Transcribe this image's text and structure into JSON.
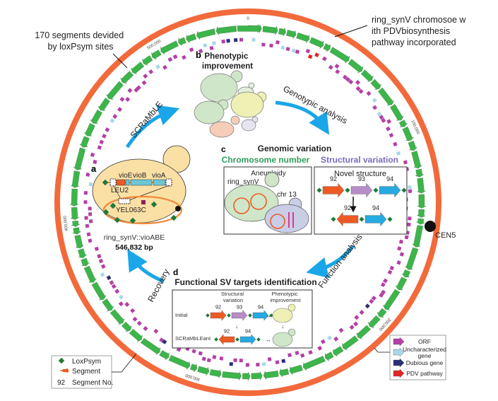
{
  "annotations": {
    "segments_note": [
      "170 segments devided",
      "by loxPsym sites"
    ],
    "chromosome_note": [
      "ring_synV chromosoe w",
      "ith PDVbiosynthesis",
      "pathway incorporated"
    ],
    "centromere": "CEN5"
  },
  "ring_ticks": [
    "0",
    "100,000",
    "200,000",
    "300,000",
    "400,000",
    "500,000"
  ],
  "panel_a": {
    "letter": "a",
    "genes": [
      "vioE",
      "vioB",
      "vioA"
    ],
    "marker": "LEU2",
    "locus": "YEL063C",
    "name": "ring_synV::vioABE",
    "size": "546,832 bp"
  },
  "panel_b": {
    "letter": "b",
    "title": [
      "Phenotypic",
      "improvement"
    ]
  },
  "panel_c": {
    "letter": "c",
    "title": "Genomic variation",
    "left_heading": "Chromosome number",
    "right_heading": "Structural variation",
    "left_box_title": "Aneuploidy",
    "ring_label": "ring_synV",
    "chr_label": "chr 13",
    "right_box_title": "Novel structure",
    "top_row": [
      "92",
      "93",
      "94"
    ],
    "bottom_row": [
      "92",
      "94"
    ]
  },
  "panel_d": {
    "letter": "d",
    "title": "Functional SV targets identification",
    "col1": [
      "Structural",
      "variation"
    ],
    "col2": [
      "Phenotypic",
      "improvement"
    ],
    "row1_label": "Initial",
    "row2_label": "SCRaMbLEant",
    "row1_segments": [
      "92",
      "93",
      "94"
    ],
    "row2_segments": [
      "92",
      "94"
    ]
  },
  "cycle_arrows": {
    "scramble": "SCRaMbLE",
    "genotypic": "Genotypic analysis",
    "function": "Function analysis",
    "recovery": "Recovery"
  },
  "legend_left": {
    "items": [
      {
        "symbol": "diamond",
        "label": "LoxPsym"
      },
      {
        "symbol": "arrow",
        "label": "Segment"
      },
      {
        "symbol": "92",
        "label": "Segment No."
      }
    ]
  },
  "legend_right": {
    "items": [
      {
        "label": "ORF",
        "color": "#b43fa6"
      },
      {
        "label": [
          "Uncharacterized",
          "gene"
        ],
        "color": "#a9d8e8"
      },
      {
        "label": "Dubious gene",
        "color": "#2b2f7a"
      },
      {
        "label": "PDV pathway",
        "color": "#e02424"
      }
    ]
  },
  "colors": {
    "ring": "#f26a3b",
    "segment_green": "#3cb54a",
    "orf": "#b43fa6",
    "uncharacterized": "#a9d8e8",
    "dubious": "#2b2f7a",
    "pdv": "#e02424",
    "cycle_arrow": "#1aa6e8",
    "loxpsym": "#1f7a3a",
    "seg_orange": "#ee5a24",
    "seg_purple": "#b88cc8",
    "seg_blue": "#27a9e1",
    "heading_green": "#2e9e5b",
    "heading_purple": "#7c6bbd"
  }
}
